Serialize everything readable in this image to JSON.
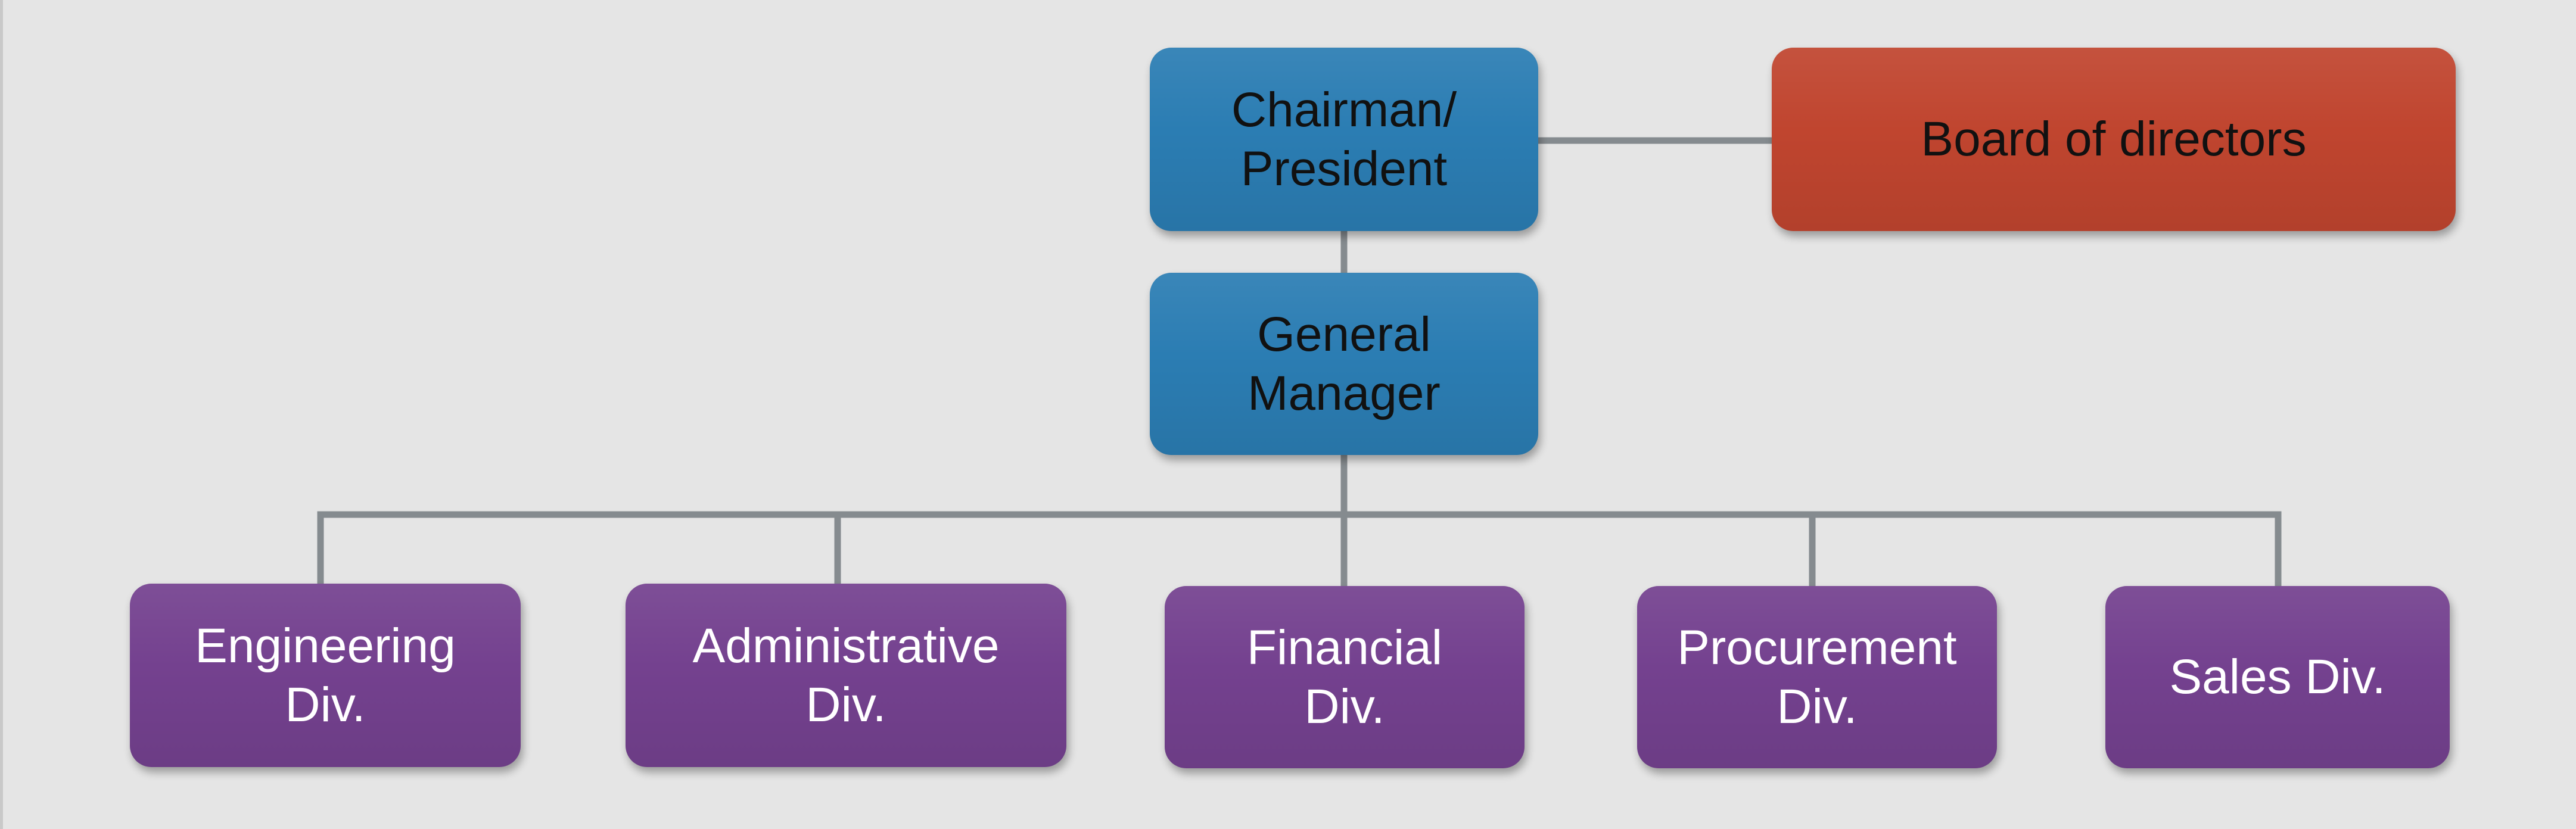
{
  "colors": {
    "background": "#e5e5e5",
    "connector": "#858b8f",
    "executive": "#2b7db3",
    "board": "#c0452f",
    "division": "#74418f"
  },
  "nodes": {
    "chairman": "Chairman/\nPresident",
    "board": "Board of directors",
    "general_manager": "General\nManager",
    "divisions": [
      "Engineering\nDiv.",
      "Administrative\nDiv.",
      "Financial\nDiv.",
      "Procurement\nDiv.",
      "Sales Div."
    ]
  }
}
